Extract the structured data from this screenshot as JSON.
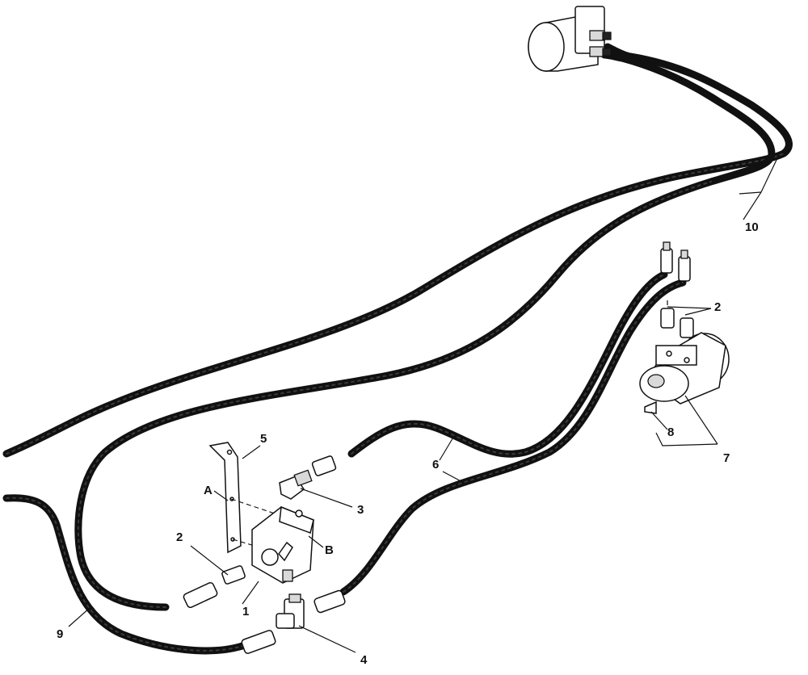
{
  "callouts": {
    "c1": "1",
    "c2a": "2",
    "c2b": "2",
    "c3": "3",
    "c4": "4",
    "c5": "5",
    "c6": "6",
    "c7": "7",
    "c8": "8",
    "c9": "9",
    "c10": "10",
    "cA": "A",
    "cB": "B"
  }
}
